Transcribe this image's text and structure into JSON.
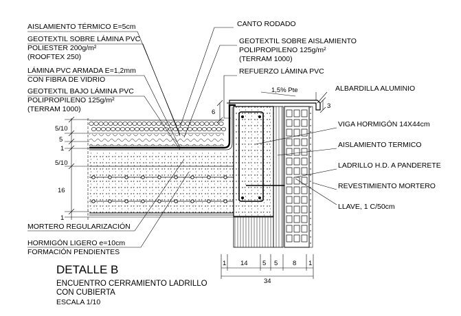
{
  "labels_left": [
    "AISLAMIENTO TÉRMICO E=5cm",
    "GEOTEXTIL SOBRE LÁMINA PVC",
    "POLIESTER 200g/m²",
    "(ROOFTEX 250)",
    "LÁMINA PVC ARMADA E=1,2mm",
    "CON FIBRA DE VIDRIO",
    "GEOTEXTIL BAJO LÁMINA PVC",
    "POLIPROPILENO 125g/m²",
    "(TERRAM 1000)",
    "MORTERO REGULARIZACIÓN",
    "HORMIGÓN LIGERO e=10cm",
    "FORMACIÓN PENDIENTES"
  ],
  "labels_center": [
    "CANTO RODADO",
    "GEOTEXTIL SOBRE AISLAMIENTO",
    "POLIPROPILENO 125g/m²",
    "(TERRAM 1000)",
    "REFUERZO LÁMINA PVC"
  ],
  "labels_right": [
    "ALBARDILLA ALUMINIO",
    "VIGA HORMIGÓN 14X44cm",
    "AISLAMIENTO TERMICO",
    "LADRILLO H.D. A PANDERETE",
    "REVESTIMIENTO MORTERO",
    "LLAVE, 1 C/50cm"
  ],
  "slope_text": "1,5% Pte",
  "dims_left": [
    "5/10",
    "5",
    "1",
    "5/10",
    "16",
    "1"
  ],
  "dims_top": [
    "6",
    "3"
  ],
  "dims_bottom": [
    "1",
    "14",
    "5",
    "5",
    "8",
    "1"
  ],
  "dim_total": "34",
  "title": {
    "main": "DETALLE B",
    "line1": "ENCUENTRO CERRAMIENTO LADRILLO",
    "line2": "CON CUBIERTA",
    "scale": "ESCALA 1/10"
  }
}
